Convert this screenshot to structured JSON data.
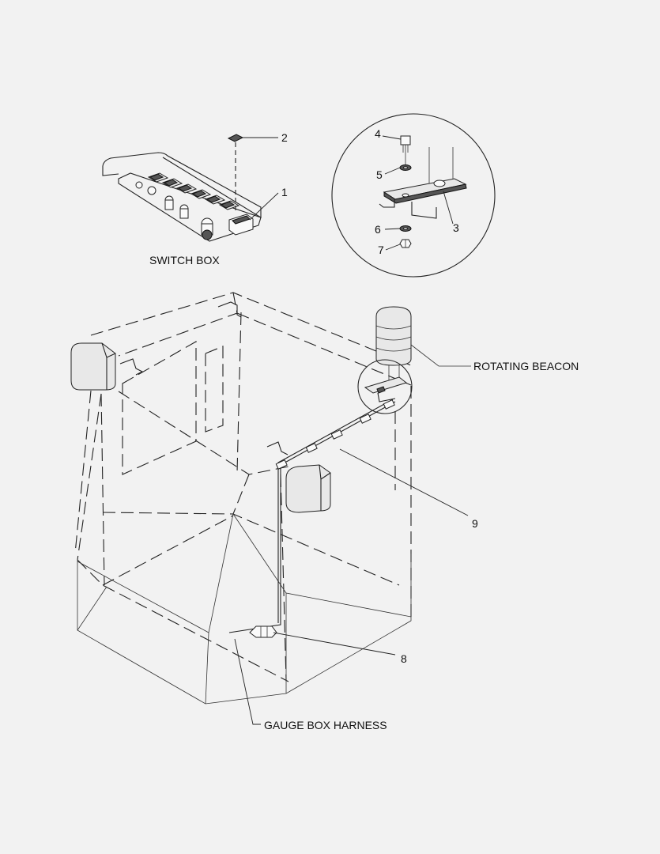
{
  "labels": {
    "switch_box": "SWITCH BOX",
    "rotating_beacon": "ROTATING BEACON",
    "gauge_box_harness": "GAUGE BOX HARNESS"
  },
  "callouts": {
    "c1": "1",
    "c2": "2",
    "c3": "3",
    "c4": "4",
    "c5": "5",
    "c6": "6",
    "c7": "7",
    "c8": "8",
    "c9": "9"
  },
  "colors": {
    "background": "#f2f2f2",
    "line": "#222222"
  }
}
